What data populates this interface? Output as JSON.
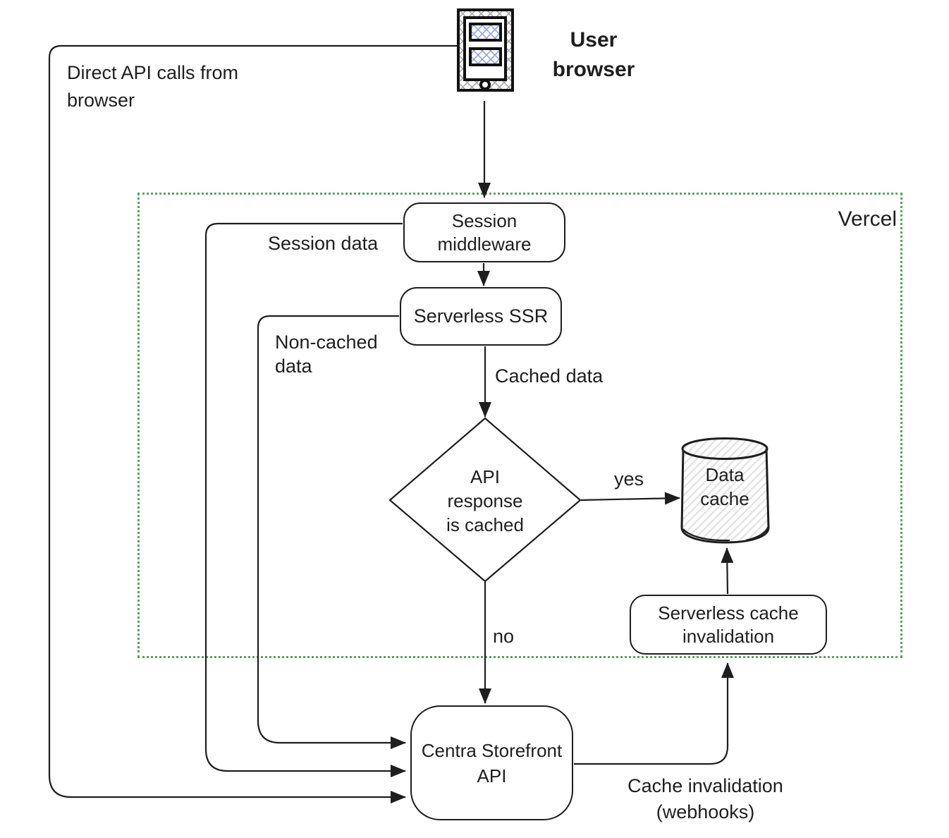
{
  "diagram": {
    "type": "flowchart",
    "container": {
      "label": "Vercel",
      "border_color": "#54a654",
      "border_style": "dotted"
    },
    "nodes": {
      "user_browser": {
        "label": "User browser",
        "icon": "smartphone-browser-icon",
        "shape": "icon"
      },
      "session_middleware": {
        "label": "Session middleware",
        "shape": "rounded-rect"
      },
      "serverless_ssr": {
        "label": "Serverless SSR",
        "shape": "rounded-rect"
      },
      "api_response_cached": {
        "label": "API response is cached",
        "shape": "diamond"
      },
      "data_cache": {
        "label": "Data cache",
        "icon": "database-cylinder-icon",
        "shape": "cylinder"
      },
      "serverless_cache_invalidation": {
        "label": "Serverless cache invalidation",
        "shape": "rounded-rect"
      },
      "centra_storefront_api": {
        "label": "Centra Storefront API",
        "shape": "rounded-rect"
      }
    },
    "edges": {
      "direct_api": {
        "label": "Direct API calls from browser",
        "from": "user_browser",
        "to": "centra_storefront_api"
      },
      "browser_to_middleware": {
        "label": "",
        "from": "user_browser",
        "to": "session_middleware"
      },
      "middleware_to_ssr": {
        "label": "",
        "from": "session_middleware",
        "to": "serverless_ssr"
      },
      "session_data": {
        "label": "Session data",
        "from": "session_middleware",
        "to": "centra_storefront_api"
      },
      "non_cached_data": {
        "label": "Non-cached data",
        "from": "serverless_ssr",
        "to": "centra_storefront_api"
      },
      "cached_data": {
        "label": "Cached data",
        "from": "serverless_ssr",
        "to": "api_response_cached"
      },
      "yes": {
        "label": "yes",
        "from": "api_response_cached",
        "to": "data_cache"
      },
      "no": {
        "label": "no",
        "from": "api_response_cached",
        "to": "centra_storefront_api"
      },
      "webhooks": {
        "label": "Cache invalidation (webhooks)",
        "from": "centra_storefront_api",
        "to": "serverless_cache_invalidation"
      },
      "invalidation_to_cache": {
        "label": "",
        "from": "serverless_cache_invalidation",
        "to": "data_cache"
      }
    },
    "colors": {
      "line": "#1e1e1e",
      "text": "#1e1e1e",
      "node_fill": "#ffffff",
      "container_green": "#54a654",
      "hatch_gray": "#e4e4e4",
      "phone_hatch_gray": "#a8a8a8",
      "phone_hatch_blue": "#97a3dd"
    }
  }
}
